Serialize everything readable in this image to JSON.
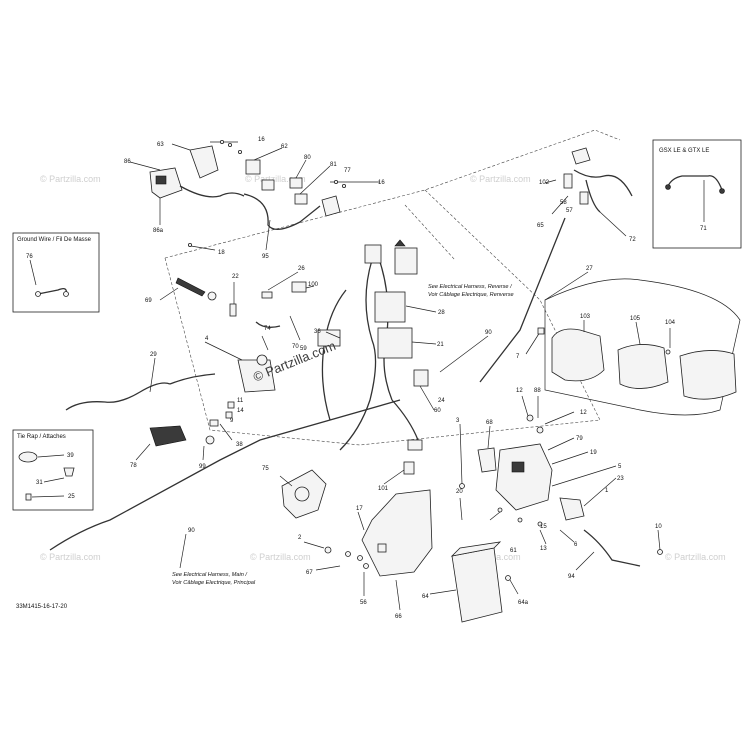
{
  "drawing_code": "33M1415-16-17-20",
  "watermark": {
    "small": "© Partzilla.com",
    "center": "© Partzilla.com"
  },
  "boxes": {
    "ground_wire": {
      "title": "Ground Wire / Fil De Masse",
      "part": "76"
    },
    "tie_rap": {
      "title": "Tie Rap / Attaches",
      "parts": [
        "39",
        "31",
        "25"
      ]
    },
    "gsx": {
      "title": "GSX LE & GTX LE",
      "part": "71"
    }
  },
  "notes": {
    "reverse_1": "See Electrical Harness, Reverse /",
    "reverse_2": "Voir Câblage Electrique, Renverse",
    "main_1": "See Electrical Harness, Main /",
    "main_2": "Voir Câblage Electrique, Principal"
  },
  "callouts": {
    "n63": "63",
    "n16a": "16",
    "n62": "62",
    "n86": "86",
    "n86a": "86a",
    "n80": "80",
    "n81": "81",
    "n77": "77",
    "n16b": "16",
    "n18": "18",
    "n95": "95",
    "n102": "102",
    "n58": "58",
    "n57": "57",
    "n65": "65",
    "n72": "72",
    "n22": "22",
    "n26": "26",
    "n69": "69",
    "n100": "100",
    "n28": "28",
    "n90a": "90",
    "n27": "27",
    "n74": "74",
    "n59": "59",
    "n70": "70",
    "n36": "36",
    "n21": "21",
    "n103": "103",
    "n105": "105",
    "n104": "104",
    "n7": "7",
    "n4": "4",
    "n29": "29",
    "n24": "24",
    "n60": "60",
    "n11": "11",
    "n14": "14",
    "n9": "9",
    "n38": "38",
    "n78": "78",
    "n99": "99",
    "n12a": "12",
    "n88": "88",
    "n12b": "12",
    "n3": "3",
    "n68": "68",
    "n79": "79",
    "n19": "19",
    "n75": "75",
    "n101": "101",
    "n5": "5",
    "n23": "23",
    "n1": "1",
    "n8": "8",
    "n20": "20",
    "n15": "15",
    "n6": "6",
    "n13": "13",
    "n17": "17",
    "n2": "2",
    "n61": "61",
    "n90b": "90",
    "n10": "10",
    "n94": "94",
    "n67": "67",
    "n56": "56",
    "n66": "66",
    "n64": "64",
    "n64a": "64a"
  }
}
